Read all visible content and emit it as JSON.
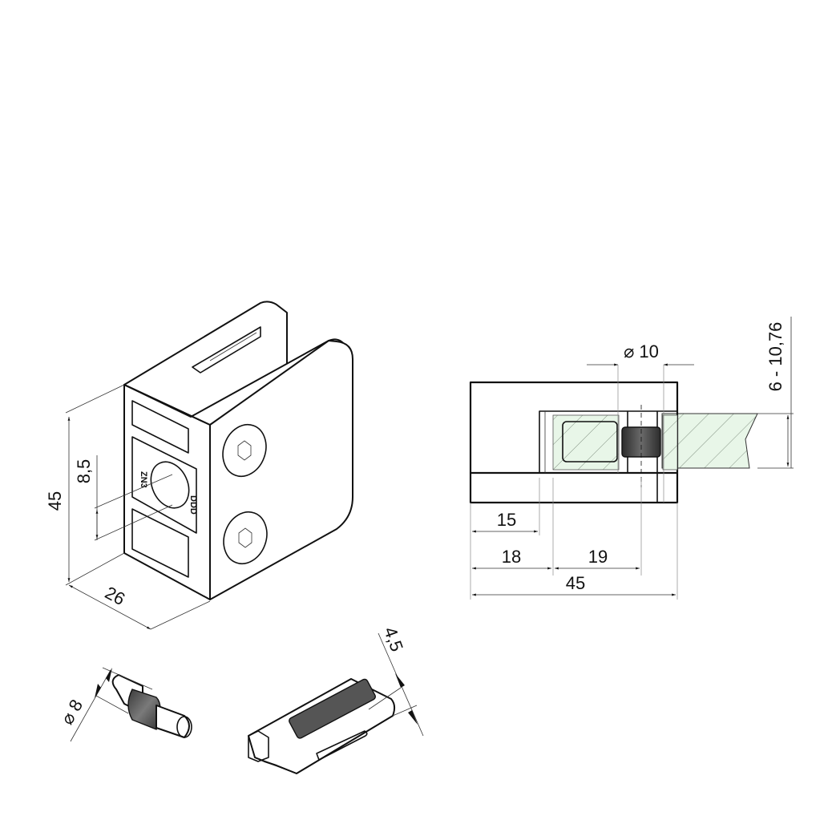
{
  "drawing": {
    "title": "Glass clamp technical drawing",
    "background": "#ffffff",
    "line_color": "#111111",
    "glass_fill": "#e8f6e8",
    "insert_fill": "#4a4a4a"
  },
  "iso_view": {
    "dim_height": "45",
    "dim_depth": "26",
    "dim_hole_offset": "8,5",
    "marking_top": "ZN3",
    "marking_bottom": "DDD"
  },
  "section_view": {
    "dim_pin_diameter": "⌀ 10",
    "dim_glass_thickness": "6 - 10,76",
    "dim_slot_depth": "15",
    "dim_left_offset": "18",
    "dim_pin_position": "19",
    "dim_total_width": "45"
  },
  "pin_part": {
    "dim_diameter": "⌀ 8"
  },
  "pad_part": {
    "dim_thickness": "4,5"
  }
}
